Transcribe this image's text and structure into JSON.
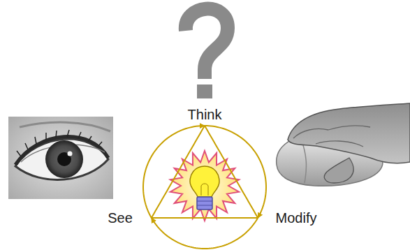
{
  "diagram": {
    "nodes": [
      {
        "text": [
          "Think"
        ]
      },
      {
        "text": [
          "See"
        ]
      },
      {
        "text": [
          "Modify"
        ]
      }
    ],
    "edges": [
      {
        "from": 1,
        "to": 0,
        "arrow": "to"
      },
      {
        "from": 0,
        "to": 2,
        "arrow": "to"
      },
      {
        "from": 2,
        "to": 1,
        "arrow": "to"
      },
      {
        "from": 0,
        "to": 1,
        "arrow": "none"
      },
      {
        "from": 0,
        "to": 2,
        "arrow": "none"
      },
      {
        "from": 1,
        "to": 2,
        "arrow": "none"
      }
    ]
  }
}
